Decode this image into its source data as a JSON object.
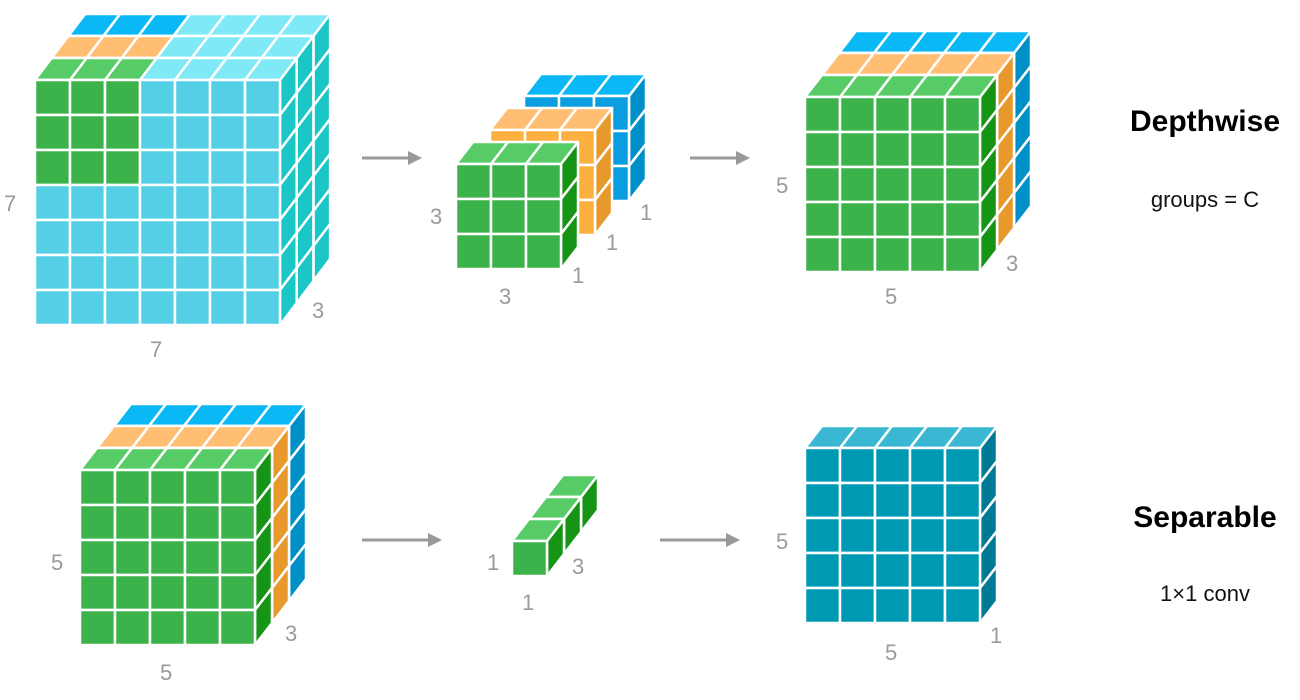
{
  "depthwise": {
    "title": "Depthwise",
    "subtitle": "groups = C",
    "input_dims": {
      "height": "7",
      "width": "7",
      "depth": "3"
    },
    "filter_dims": {
      "height": "3",
      "width": "3",
      "depth_a": "1",
      "depth_b": "1",
      "depth_c": "1"
    },
    "output_dims": {
      "height": "5",
      "width": "5",
      "depth": "3"
    }
  },
  "separable": {
    "title": "Separable",
    "subtitle": "1×1 conv",
    "input_dims": {
      "height": "5",
      "width": "5",
      "depth": "3"
    },
    "filter_dims": {
      "height": "1",
      "width": "1",
      "depth": "3"
    },
    "output_dims": {
      "height": "5",
      "width": "5",
      "depth": "1"
    }
  },
  "colors": {
    "green_front": "#3cb24a",
    "green_top": "#57cc66",
    "green_side": "#169416",
    "orange_front": "#fbb040",
    "orange_top": "#ffbe72",
    "orange_side": "#e8992c",
    "blue_front": "#0a9ee0",
    "blue_top": "#0ab8f5",
    "blue_side": "#0090c8",
    "cyan_front": "#54cfe5",
    "cyan_top": "#7fe9f5",
    "teal_side": "#1bc6c6",
    "out_front": "#0099b3",
    "out_top": "#3ab8d3",
    "out_side": "#007a94",
    "arrow": "#999999"
  }
}
